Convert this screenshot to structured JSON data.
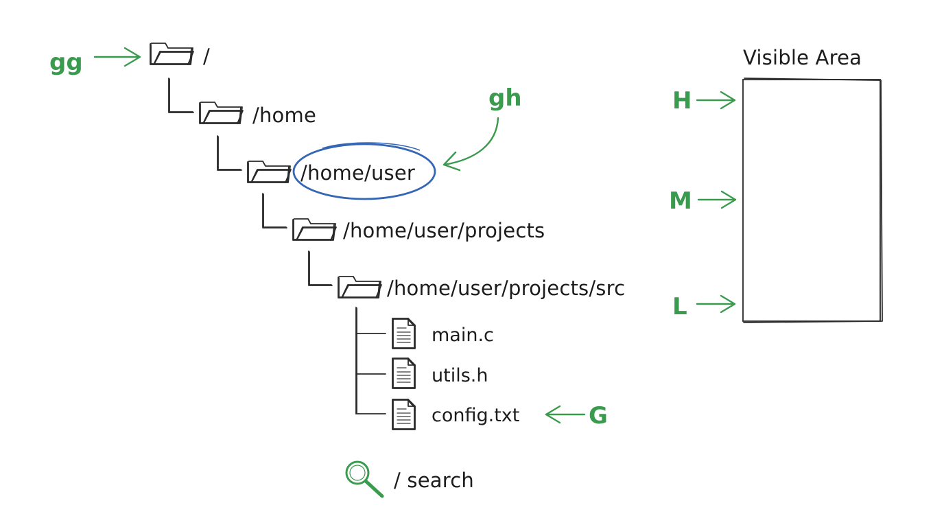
{
  "tree": {
    "root": {
      "label": "/"
    },
    "home": {
      "label": "/home"
    },
    "user": {
      "label": "/home/user"
    },
    "projects": {
      "label": "/home/user/projects"
    },
    "src": {
      "label": "/home/user/projects/src"
    },
    "files": [
      {
        "label": "main.c",
        "icon": "file-icon"
      },
      {
        "label": "utils.h",
        "icon": "file-icon"
      },
      {
        "label": "config.txt",
        "icon": "file-icon"
      }
    ]
  },
  "keys": {
    "top": "gg",
    "home": "gh",
    "bottom": "G",
    "search": "/ search"
  },
  "viewport": {
    "title": "Visible Area",
    "high": "H",
    "middle": "M",
    "low": "L"
  },
  "colors": {
    "ink": "#2a2a2a",
    "key_green": "#3a9a4e",
    "highlight_blue": "#3567b5"
  }
}
